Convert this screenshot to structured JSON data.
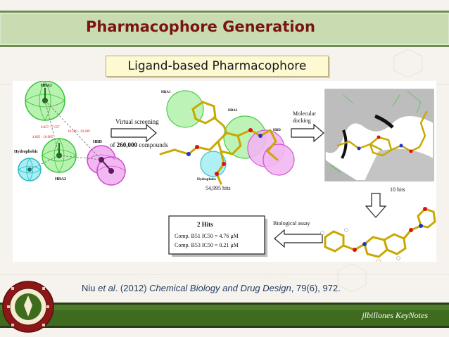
{
  "slide": {
    "title": "Pharmacophore Generation",
    "subtitle": "Ligand-based Pharmacophore",
    "footer": "jlbillones KeyNotes"
  },
  "figure": {
    "features": {
      "hba1": "HBA1",
      "hba2": "HBA2",
      "hbd": "HBD",
      "hydrophobic": "Hydrophobic"
    },
    "distances": {
      "d1": "6.857 - 7.557",
      "d2": "4.685 - 10.985",
      "d3": "10.209 - 19.209"
    },
    "small_labels": {
      "hba1": "HBA1",
      "hba2": "HBA2",
      "hbd": "HBD",
      "hydrophobe": "Hydrophobe"
    },
    "virtual_screening": "Virtual screening",
    "screening_prefix": "of ",
    "screening_count": "260,000",
    "screening_suffix": " compounds",
    "hits_count": "54,995 hits",
    "molecular_docking_line1": "Molecular",
    "molecular_docking_line2": "docking",
    "ten_hits": "10 hits",
    "biological_assay": "Biological assay",
    "results": {
      "title": "2 Hits",
      "comp1": "Comp. B51  IC50 = 4.76 μM",
      "comp2": "Comp. B53  IC50 = 0.21 μM"
    }
  },
  "citation": {
    "authors": "Niu ",
    "etal": "et al",
    "year": ". (2012) ",
    "journal": "Chemical Biology and Drug Design",
    "details": ", 79(6), 972."
  },
  "colors": {
    "title": "#7a1414",
    "bar_green": "#3e6b1e",
    "bar_dark": "#2a3d17",
    "bar_red": "#8c1717"
  }
}
